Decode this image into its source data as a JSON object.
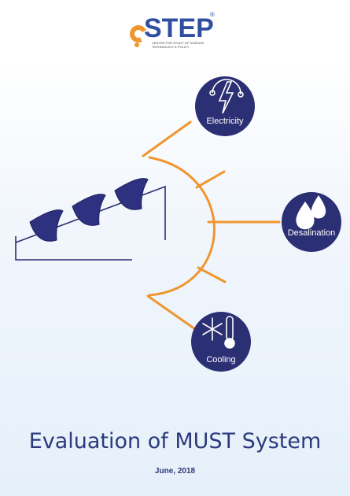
{
  "logo": {
    "wordmark": "STEP",
    "registered": "®",
    "tagline": "Centre for Study of Science, Technology & Policy"
  },
  "nodes": [
    {
      "label": "Electricity",
      "icon": "lightning-icon"
    },
    {
      "label": "Desalination",
      "icon": "water-drops-icon"
    },
    {
      "label": "Cooling",
      "icon": "snowflake-thermometer-icon"
    }
  ],
  "colors": {
    "brand_blue": "#2f4fa0",
    "navy": "#2b2f73",
    "orange": "#f0962f"
  },
  "cover": {
    "title": "Evaluation of MUST System",
    "date": "June, 2018"
  }
}
